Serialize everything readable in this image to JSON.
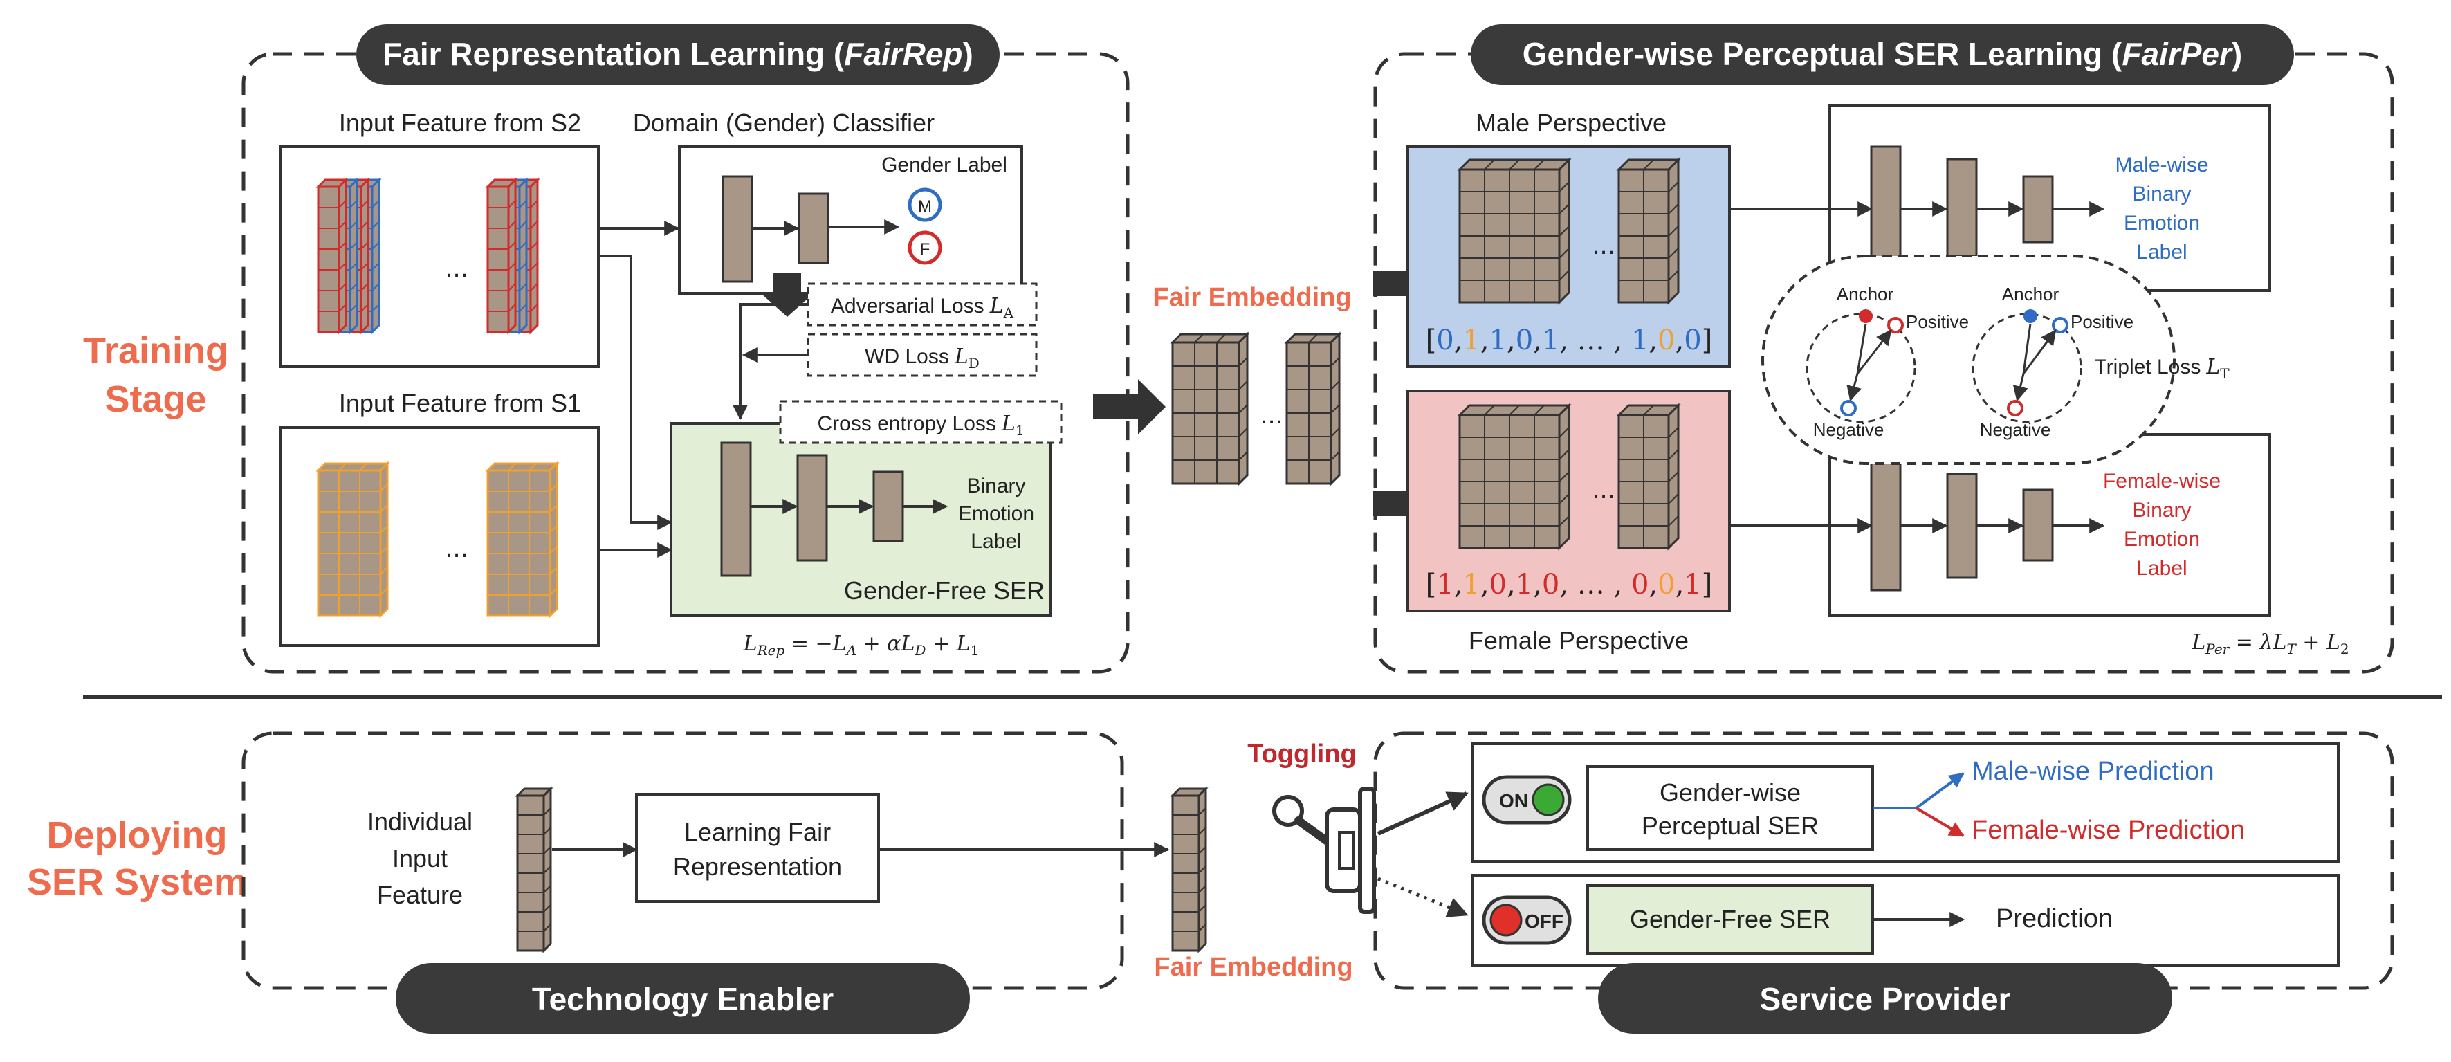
{
  "stage_labels": {
    "training_line1": "Training",
    "training_line2": "Stage",
    "deploying_line1": "Deploying",
    "deploying_line2": "SER System"
  },
  "fairrep": {
    "title_prefix": "Fair Representation Learning (",
    "title_italic": "FairRep",
    "title_suffix": ")",
    "input_s2": "Input Feature from S2",
    "input_s1": "Input Feature from S1",
    "ellipsis": "...",
    "domain_classifier": "Domain (Gender) Classifier",
    "gender_label": "Gender Label",
    "male_badge": "M",
    "female_badge": "F",
    "adversarial_loss": "Adversarial Loss",
    "adversarial_sym": "L",
    "adversarial_sub": "A",
    "wd_loss": "WD Loss",
    "wd_sym": "L",
    "wd_sub": "D",
    "ce_loss": "Cross entropy Loss",
    "ce_sym": "L",
    "ce_sub": "1",
    "binary_line1": "Binary",
    "binary_line2": "Emotion",
    "binary_line3": "Label",
    "gender_free_ser": "Gender-Free SER",
    "formula": {
      "L": "L",
      "Rep": "Rep",
      "eq": " = −",
      "A": "A",
      "plus_alpha": " + αL",
      "D": "D",
      "plus_L": " + L",
      "one": "1"
    }
  },
  "fair_embedding": {
    "label": "Fair Embedding",
    "ellipsis": "..."
  },
  "fairper": {
    "title_prefix": "Gender-wise Perceptual SER Learning (",
    "title_italic": "FairPer",
    "title_suffix": ")",
    "male_perspective": "Male Perspective",
    "female_perspective": "Female Perspective",
    "ellipsis": "...",
    "male_vector": [
      {
        "t": "[",
        "c": "black"
      },
      {
        "t": "0",
        "c": "blue"
      },
      {
        "t": ",",
        "c": "black"
      },
      {
        "t": "1",
        "c": "orange"
      },
      {
        "t": ",",
        "c": "black"
      },
      {
        "t": "1",
        "c": "blue"
      },
      {
        "t": ",",
        "c": "black"
      },
      {
        "t": "0",
        "c": "blue"
      },
      {
        "t": ",",
        "c": "black"
      },
      {
        "t": "1",
        "c": "blue"
      },
      {
        "t": ", … , ",
        "c": "black"
      },
      {
        "t": "1",
        "c": "blue"
      },
      {
        "t": ",",
        "c": "black"
      },
      {
        "t": "0",
        "c": "orange"
      },
      {
        "t": ",",
        "c": "black"
      },
      {
        "t": "0",
        "c": "blue"
      },
      {
        "t": "]",
        "c": "black"
      }
    ],
    "female_vector": [
      {
        "t": "[",
        "c": "black"
      },
      {
        "t": "1",
        "c": "red"
      },
      {
        "t": ",",
        "c": "black"
      },
      {
        "t": "1",
        "c": "orange"
      },
      {
        "t": ",",
        "c": "black"
      },
      {
        "t": "0",
        "c": "red"
      },
      {
        "t": ",",
        "c": "black"
      },
      {
        "t": "1",
        "c": "red"
      },
      {
        "t": ",",
        "c": "black"
      },
      {
        "t": "0",
        "c": "red"
      },
      {
        "t": ", … , ",
        "c": "black"
      },
      {
        "t": "0",
        "c": "red"
      },
      {
        "t": ",",
        "c": "black"
      },
      {
        "t": "0",
        "c": "orange"
      },
      {
        "t": ",",
        "c": "black"
      },
      {
        "t": "1",
        "c": "red"
      },
      {
        "t": "]",
        "c": "black"
      }
    ],
    "male_label_lines": [
      "Male-wise",
      "Binary",
      "Emotion",
      "Label"
    ],
    "female_label_lines": [
      "Female-wise",
      "Binary",
      "Emotion",
      "Label"
    ],
    "anchor": "Anchor",
    "positive": "Positive",
    "negative": "Negative",
    "triplet_loss": "Triplet Loss",
    "triplet_sym": "L",
    "triplet_sub": "T",
    "formula": {
      "L": "L",
      "Per": "Per",
      "eq": " = λL",
      "T": "T",
      "plus_L": " + L",
      "two": "2"
    }
  },
  "deploy": {
    "individual_lines": [
      "Individual",
      "Input",
      "Feature"
    ],
    "learning_fair_line1": "Learning Fair",
    "learning_fair_line2": "Representation",
    "technology_enabler": "Technology Enabler",
    "fair_embedding": "Fair Embedding",
    "toggling": "Toggling",
    "on_label": "ON",
    "off_label": "OFF",
    "gender_wise_line1": "Gender-wise",
    "gender_wise_line2": "Perceptual SER",
    "male_prediction": "Male-wise Prediction",
    "female_prediction": "Female-wise Prediction",
    "gender_free_ser": "Gender-Free SER",
    "prediction": "Prediction",
    "service_provider": "Service Provider"
  },
  "colors": {
    "accent_orange": "#EE6B4D",
    "toggling_red": "#C0282D",
    "blue": "#2F6CC4",
    "red": "#D22B2B",
    "orange": "#F0A030",
    "block_brown": "#A89686",
    "male_panel": "#BCD0EC",
    "female_panel": "#F2C3C3",
    "green_panel": "#E2EED6",
    "dark_pill": "#3A3A3A"
  }
}
